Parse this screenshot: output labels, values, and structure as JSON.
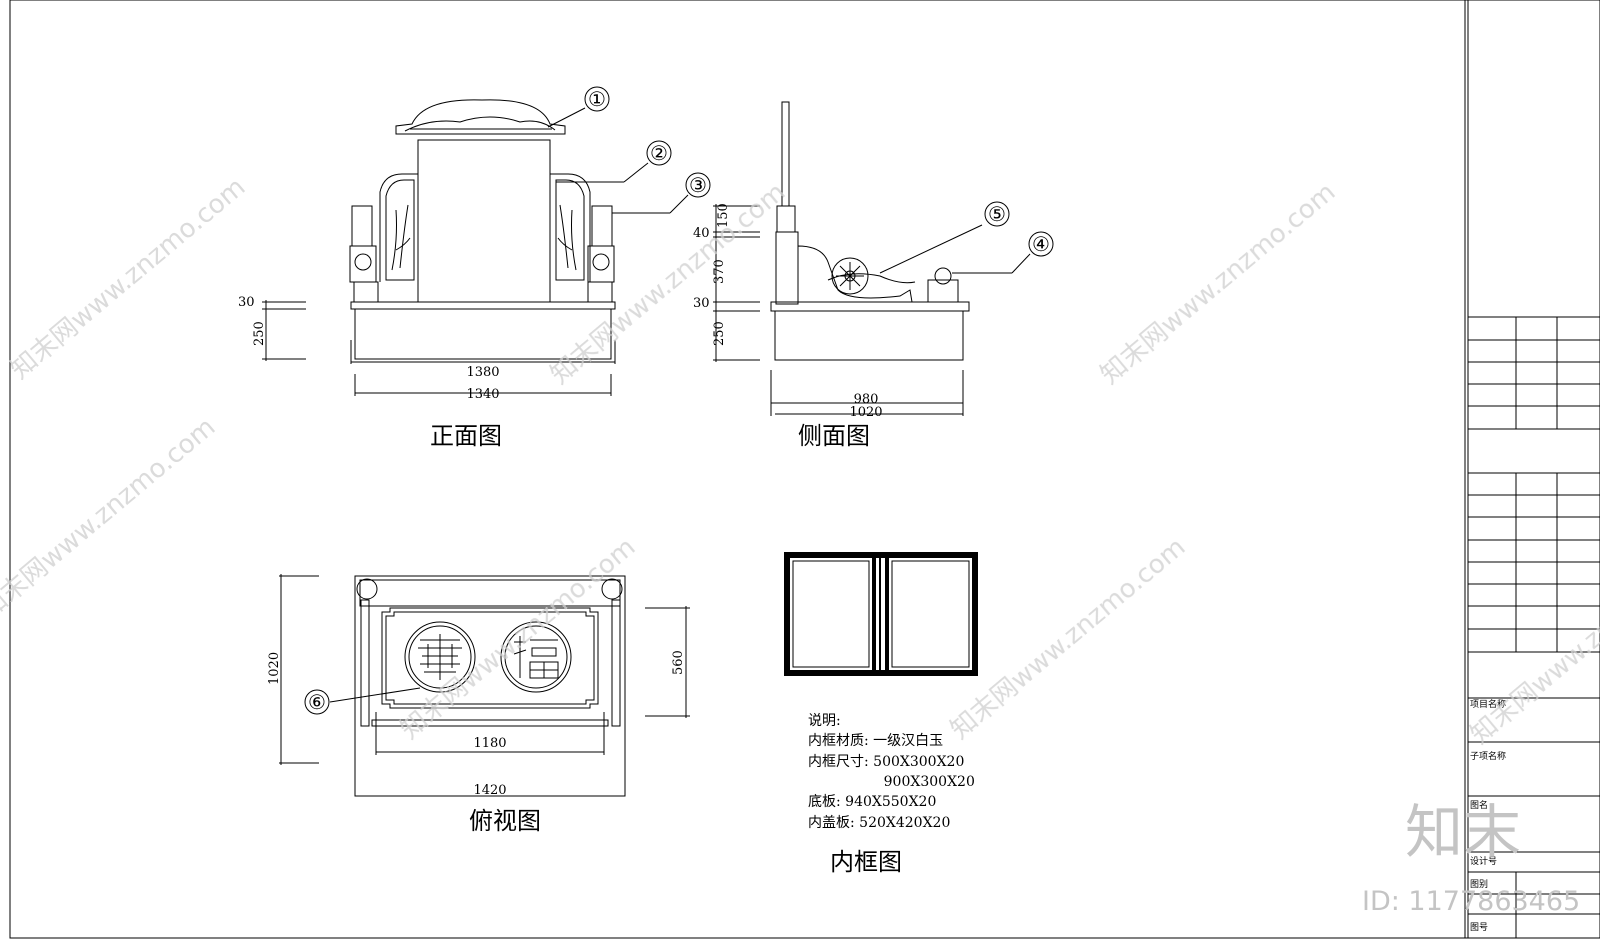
{
  "views": {
    "front": {
      "title": "正面图",
      "dims": {
        "h_top": "30",
        "h_base": "250",
        "w_top": "1380",
        "w_base": "1340"
      }
    },
    "side": {
      "title": "侧面图",
      "dims": {
        "d150": "150",
        "d40": "40",
        "d370": "370",
        "d30": "30",
        "d250": "250",
        "w_top": "980",
        "w_base": "1020"
      }
    },
    "top": {
      "title": "俯视图",
      "dims": {
        "depth": "1020",
        "inner_h": "560",
        "inner_w": "1180",
        "outer_w": "1420"
      }
    },
    "inner": {
      "title": "内框图"
    }
  },
  "callouts": [
    "①",
    "②",
    "③",
    "④",
    "⑤",
    "⑥"
  ],
  "notes": {
    "heading": "说明:",
    "lines": [
      "内框材质:  一级汉白玉",
      "内框尺寸:   500X300X20",
      "                 900X300X20",
      "底板: 940X550X20",
      "内盖板: 520X420X20"
    ]
  },
  "title_block": {
    "project_name": "项目名称",
    "sub_project": "子项名称",
    "drawing_name": "图名",
    "design_no": "设计号",
    "category": "图别",
    "drawing_no": "图号"
  },
  "watermark": {
    "text": "知末网www.znzmo.com",
    "brand": "知末",
    "id": "ID: 1177863465"
  }
}
